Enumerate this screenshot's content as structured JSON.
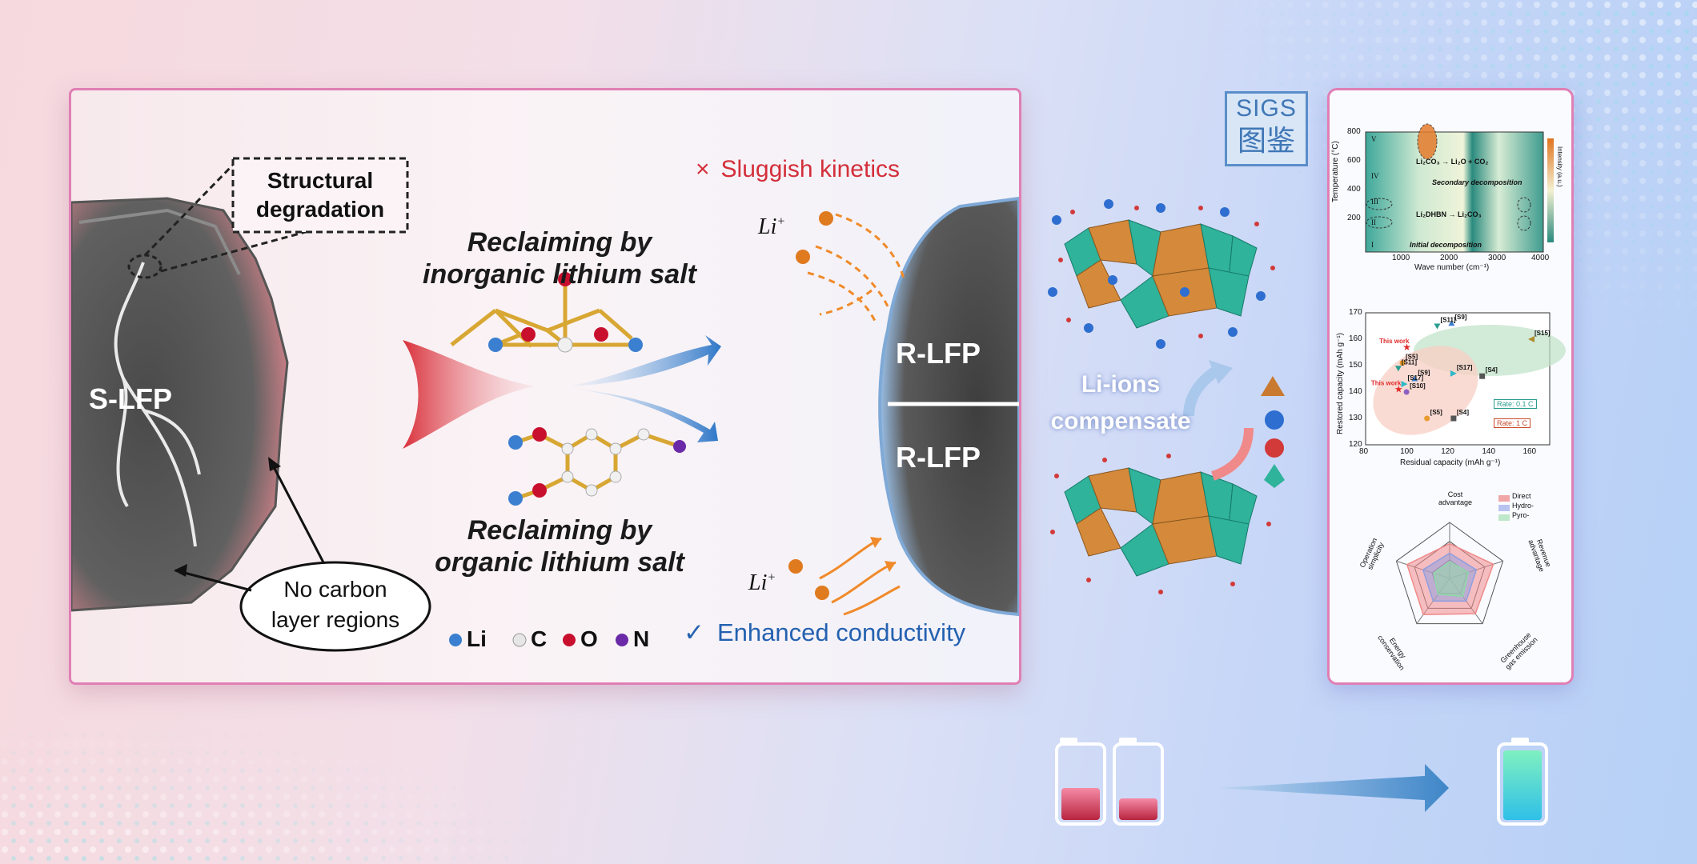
{
  "logo": {
    "line1": "SIGS",
    "line2": "图鉴"
  },
  "main": {
    "structural_degradation": [
      "Structural",
      "degradation"
    ],
    "s_lfp": "S-LFP",
    "no_carbon": [
      "No carbon",
      "layer regions"
    ],
    "sluggish_mark": "×",
    "sluggish": "Sluggish kinetics",
    "reclaim_inorganic": [
      "Reclaiming by",
      "inorganic lithium salt"
    ],
    "reclaim_organic": [
      "Reclaiming by",
      "organic lithium salt"
    ],
    "li_plus": "Li",
    "li_sup": "+",
    "r_lfp_top": "R-LFP",
    "r_lfp_bottom": "R-LFP",
    "enhanced_mark": "✓",
    "enhanced": "Enhanced conductivity",
    "legend": [
      {
        "label": "Li",
        "color": "#3b7fd0"
      },
      {
        "label": "C",
        "color": "#e6e6e6"
      },
      {
        "label": "O",
        "color": "#c8102e"
      },
      {
        "label": "N",
        "color": "#6a2aa8"
      }
    ]
  },
  "middle": {
    "compensate": [
      "Li-ions",
      "compensate"
    ]
  },
  "heatmap": {
    "ylabel": "Temperature (°C)",
    "xlabel": "Wave number (cm⁻¹)",
    "yticks": [
      "800",
      "600",
      "400",
      "200"
    ],
    "xticks": [
      "1000",
      "2000",
      "3000",
      "4000"
    ],
    "stages": [
      "V",
      "IV",
      "III",
      "II",
      "I"
    ],
    "ann1": "Li₂CO₃ → Li₂O + CO₂",
    "ann2": "Secondary decomposition",
    "ann3": "Li₂DHBN → Li₂CO₃",
    "ann4": "Initial decomposition",
    "cbar": "Intensity (a.u.)"
  },
  "chart_data": [
    {
      "type": "scatter",
      "xlabel": "Residual capacity (mAh g⁻¹)",
      "ylabel": "Restored capacity (mAh g⁻¹)",
      "xlim": [
        80,
        170
      ],
      "ylim": [
        120,
        170
      ],
      "xticks": [
        "80",
        "100",
        "120",
        "140",
        "160"
      ],
      "yticks": [
        "120",
        "130",
        "140",
        "150",
        "160",
        "170"
      ],
      "series": [
        {
          "name": "Rate: 0.1 C",
          "points": [
            {
              "x": 122,
              "y": 166,
              "label": "[S9]",
              "color": "#3b7fd0",
              "marker": "triangle"
            },
            {
              "x": 115,
              "y": 165,
              "label": "[S11]",
              "color": "#2a9d8f",
              "marker": "tri-down"
            },
            {
              "x": 100,
              "y": 157,
              "label": "This work",
              "color": "#e02b2b",
              "marker": "star"
            },
            {
              "x": 161,
              "y": 160,
              "label": "[S15]",
              "color": "#b08d2a",
              "marker": "tri-left"
            },
            {
              "x": 98,
              "y": 151,
              "label": "[S5]",
              "color": "#e89b2e",
              "marker": "circle"
            },
            {
              "x": 96,
              "y": 149,
              "label": "[S11]",
              "color": "#2a9d8f",
              "marker": "tri-down"
            },
            {
              "x": 123,
              "y": 147,
              "label": "[S17]",
              "color": "#2fb8c8",
              "marker": "tri-right"
            },
            {
              "x": 137,
              "y": 146,
              "label": "[S4]",
              "color": "#555555",
              "marker": "square"
            }
          ]
        },
        {
          "name": "Rate: 1 C",
          "points": [
            {
              "x": 104,
              "y": 145,
              "label": "[S9]",
              "color": "#3b7fd0",
              "marker": "triangle"
            },
            {
              "x": 99,
              "y": 143,
              "label": "[S17]",
              "color": "#2fb8c8",
              "marker": "tri-right"
            },
            {
              "x": 96,
              "y": 141,
              "label": "This work",
              "color": "#e02b2b",
              "marker": "star"
            },
            {
              "x": 100,
              "y": 140,
              "label": "[S10]",
              "color": "#8e5fc2",
              "marker": "circle"
            },
            {
              "x": 110,
              "y": 130,
              "label": "[S5]",
              "color": "#e89b2e",
              "marker": "circle"
            },
            {
              "x": 123,
              "y": 130,
              "label": "[S4]",
              "color": "#555555",
              "marker": "square"
            }
          ]
        }
      ],
      "annotations": [
        "Rate: 0.1 C",
        "Rate: 1 C"
      ]
    },
    {
      "type": "radar",
      "axes": [
        "Cost advantage",
        "Revenue advantage",
        "Greenhouse gas emission",
        "Energy conservation",
        "Operation simplicity"
      ],
      "series": [
        {
          "name": "Direct",
          "color": "#f08a8a",
          "values": [
            0.62,
            0.82,
            0.78,
            0.8,
            0.8
          ]
        },
        {
          "name": "Hydro-",
          "color": "#8f9ee0",
          "values": [
            0.45,
            0.5,
            0.5,
            0.5,
            0.5
          ]
        },
        {
          "name": "Pyro-",
          "color": "#8fd8a8",
          "values": [
            0.3,
            0.35,
            0.4,
            0.35,
            0.3
          ]
        }
      ]
    }
  ]
}
